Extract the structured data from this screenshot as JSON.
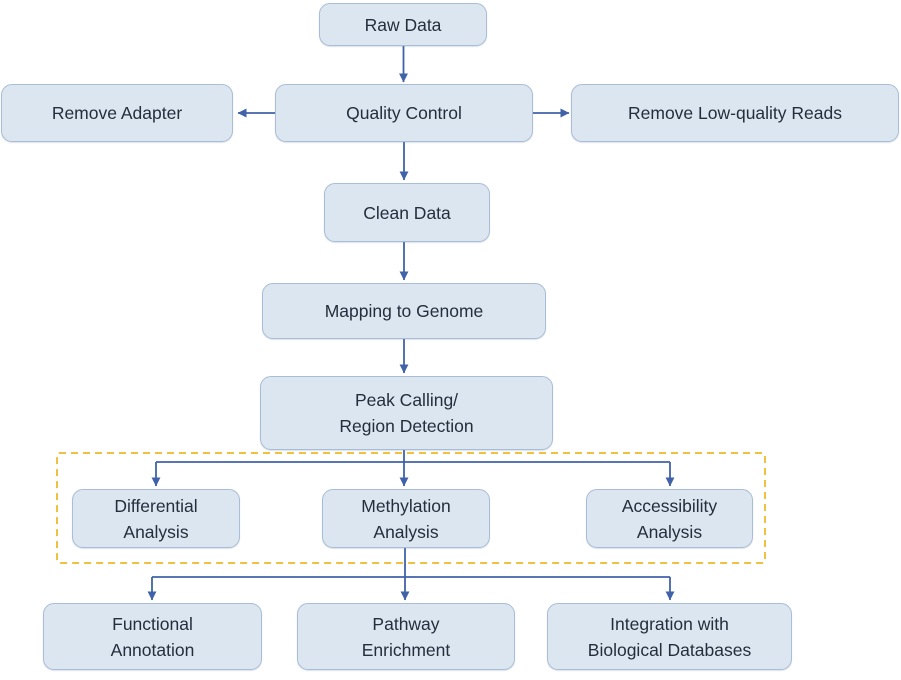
{
  "diagram": {
    "type": "flowchart",
    "description": "Sequencing data analysis pipeline flowchart",
    "colors": {
      "background": "#ffffff",
      "node-fill": "#dce6f1",
      "node-border": "#a9bdd6",
      "arrow": "#3f62a8",
      "dashed-box": "#f0c141",
      "text": "#242e3c"
    },
    "nodes": {
      "raw_data": {
        "label": "Raw Data"
      },
      "quality_control": {
        "label": "Quality Control"
      },
      "remove_adapter": {
        "label": "Remove Adapter"
      },
      "remove_low_quality": {
        "label": "Remove Low-quality Reads"
      },
      "clean_data": {
        "label": "Clean Data"
      },
      "mapping": {
        "label": "Mapping to Genome"
      },
      "peak_calling": {
        "label": "Peak Calling/\nRegion Detection"
      },
      "differential": {
        "label": "Differential\nAnalysis"
      },
      "methylation": {
        "label": "Methylation\nAnalysis"
      },
      "accessibility": {
        "label": "Accessibility\nAnalysis"
      },
      "functional": {
        "label": "Functional\nAnnotation"
      },
      "pathway": {
        "label": "Pathway\nEnrichment"
      },
      "integration": {
        "label": "Integration with\nBiological Databases"
      }
    },
    "edges": [
      {
        "from": "raw_data",
        "to": "quality_control"
      },
      {
        "from": "quality_control",
        "to": "remove_adapter"
      },
      {
        "from": "quality_control",
        "to": "remove_low_quality"
      },
      {
        "from": "quality_control",
        "to": "clean_data"
      },
      {
        "from": "clean_data",
        "to": "mapping"
      },
      {
        "from": "mapping",
        "to": "peak_calling"
      },
      {
        "from": "peak_calling",
        "to": "differential"
      },
      {
        "from": "peak_calling",
        "to": "methylation"
      },
      {
        "from": "peak_calling",
        "to": "accessibility"
      },
      {
        "from": "methylation",
        "to": "functional"
      },
      {
        "from": "methylation",
        "to": "pathway"
      },
      {
        "from": "methylation",
        "to": "integration"
      }
    ],
    "groups": [
      {
        "name": "analysis-group",
        "members": [
          "differential",
          "methylation",
          "accessibility"
        ],
        "style": "dashed-yellow"
      }
    ]
  }
}
